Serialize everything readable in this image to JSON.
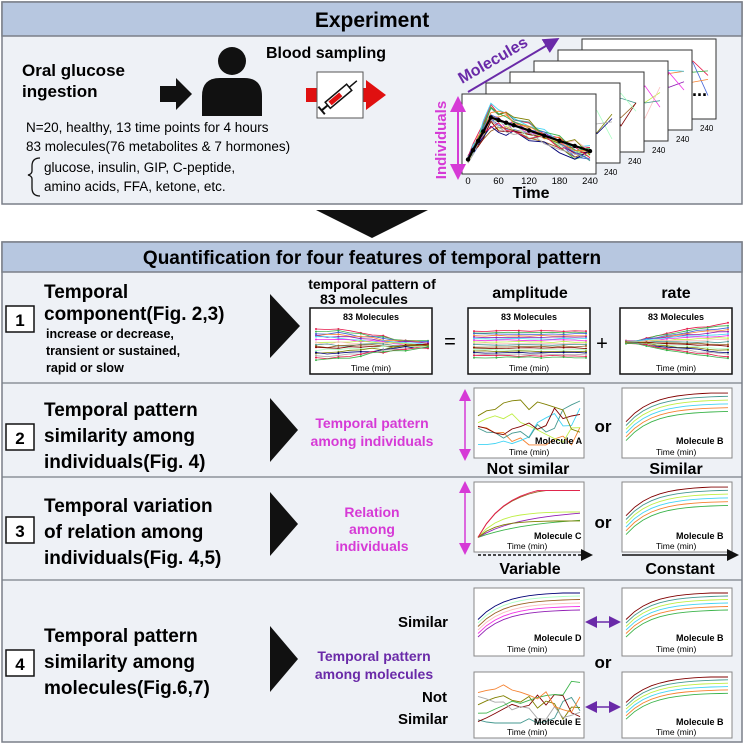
{
  "experiment": {
    "title": "Experiment",
    "oral_line1": "Oral glucose",
    "oral_line2": "ingestion",
    "blood_sampling": "Blood sampling",
    "molecules_axis": "Molecules",
    "individuals_axis": "Individuals",
    "time_axis": "Time",
    "desc_line1": "N=20, healthy, 13 time points for 4 hours",
    "desc_line2": "83 molecules(76 metabolites & 7 hormones)",
    "list_line1": "glucose, insulin, GIP, C-peptide,",
    "list_line2": "amino acids, FFA, ketone, etc.",
    "ticks": [
      "0",
      "60",
      "120",
      "180",
      "240"
    ],
    "stack_tick": "240",
    "ellipsis": "..."
  },
  "quant": {
    "title": "Quantification for four features of temporal pattern",
    "rows": [
      {
        "num": "1",
        "title_lines": [
          "Temporal",
          "component(Fig. 2,3)"
        ],
        "sub_lines": [
          "increase or decrease,",
          "transient or sustained,",
          "rapid or slow"
        ]
      },
      {
        "num": "2",
        "title_lines": [
          "Temporal pattern",
          "similarity among",
          "individuals(Fig. 4)"
        ]
      },
      {
        "num": "3",
        "title_lines": [
          "Temporal variation",
          "of relation among",
          "individuals(Fig. 4,5)"
        ]
      },
      {
        "num": "4",
        "title_lines": [
          "Temporal pattern",
          "similarity among",
          "molecules(Fig.6,7)"
        ]
      }
    ],
    "row1": {
      "pattern_heading1": "temporal pattern of",
      "pattern_heading2": "83 molecules",
      "amplitude": "amplitude",
      "rate": "rate",
      "panel_title": "83 Molecules",
      "equals": "=",
      "plus": "+"
    },
    "row2": {
      "label_line1": "Temporal pattern",
      "label_line2": "among individuals",
      "mol_left": "Molecule A",
      "mol_right": "Molecule B",
      "or": "or",
      "bottom_left": "Not similar",
      "bottom_right": "Similar"
    },
    "row3": {
      "label_line1": "Relation",
      "label_line2": "among",
      "label_line3": "individuals",
      "mol_left": "Molecule C",
      "mol_right": "Molecule B",
      "or": "or",
      "bottom_left": "Variable",
      "bottom_right": "Constant"
    },
    "row4": {
      "similar": "Similar",
      "not_line1": "Not",
      "not_line2": "Similar",
      "label_line1": "Temporal pattern",
      "label_line2": "among molecules",
      "mol_d": "Molecule D",
      "mol_e": "Molecule E",
      "mol_b": "Molecule B",
      "or": "or"
    },
    "time_label": "Time (min)"
  },
  "colors": {
    "header_bg": "#b7c7e0",
    "panel_bg": "#eef1f6",
    "border": "#7a7f88",
    "magenta": "#d63ad6",
    "purple": "#6a2aa8",
    "red": "#e01010"
  }
}
